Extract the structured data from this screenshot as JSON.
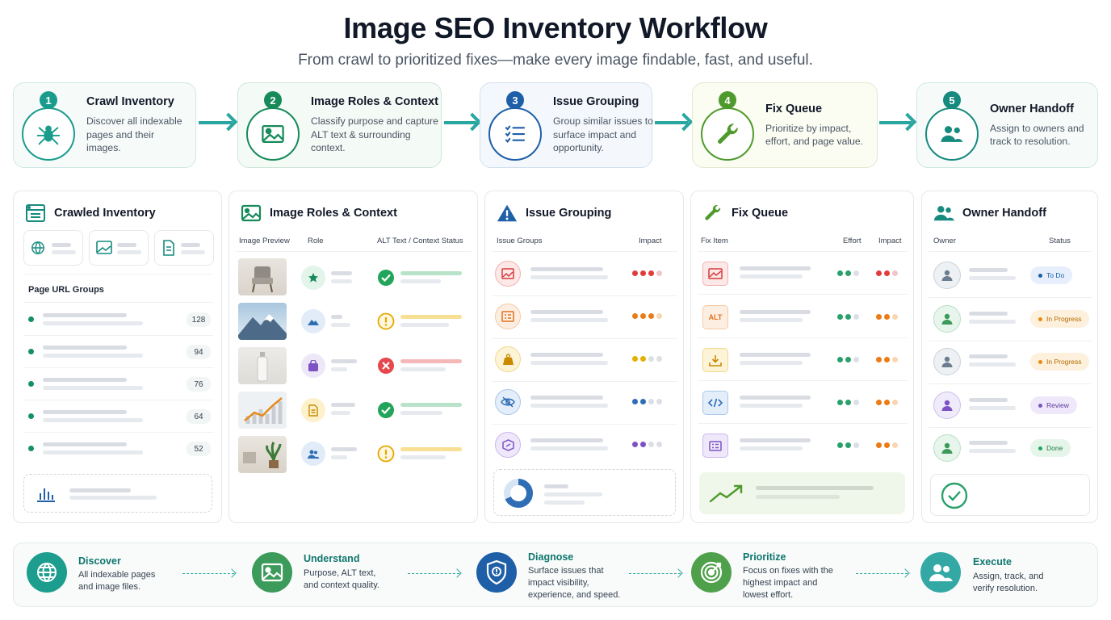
{
  "header": {
    "title": "Image SEO Inventory Workflow",
    "subtitle": "From crawl to prioritized fixes—make every image findable, fast, and useful."
  },
  "steps": [
    {
      "num": "1",
      "title": "Crawl Inventory",
      "desc": "Discover all indexable pages and their images.",
      "icon": "spider-icon",
      "color": "#1a9c8c"
    },
    {
      "num": "2",
      "title": "Image Roles & Context",
      "desc": "Classify purpose and capture ALT text & surrounding context.",
      "icon": "image-icon",
      "color": "#178a59"
    },
    {
      "num": "3",
      "title": "Issue Grouping",
      "desc": "Group similar issues to surface impact and opportunity.",
      "icon": "list-icon",
      "color": "#1e5fa8"
    },
    {
      "num": "4",
      "title": "Fix Queue",
      "desc": "Prioritize by impact, effort, and page value.",
      "icon": "wrench-icon",
      "color": "#4f9a2c"
    },
    {
      "num": "5",
      "title": "Owner Handoff",
      "desc": "Assign to owners and track to resolution.",
      "icon": "users-icon",
      "color": "#178a7f"
    }
  ],
  "panels": {
    "inventory": {
      "title": "Crawled Inventory",
      "section": "Page URL Groups",
      "counts": [
        "128",
        "94",
        "76",
        "64",
        "52"
      ]
    },
    "roles": {
      "title": "Image Roles & Context",
      "cols": [
        "Image Preview",
        "Role",
        "ALT Text / Context Status"
      ]
    },
    "issues": {
      "title": "Issue Grouping",
      "cols": [
        "Issue Groups",
        "Impact"
      ]
    },
    "fix": {
      "title": "Fix Queue",
      "cols": [
        "Fix Item",
        "Effort",
        "Impact"
      ],
      "alt_label": "ALT"
    },
    "owner": {
      "title": "Owner Handoff",
      "cols": [
        "Owner",
        "Status"
      ],
      "statuses": [
        "To Do",
        "In Progress",
        "In Progress",
        "Review",
        "Done"
      ]
    }
  },
  "band": [
    {
      "title": "Discover",
      "desc": "All indexable pages and image files.",
      "icon": "globe-icon",
      "color": "#1c9d8d"
    },
    {
      "title": "Understand",
      "desc": "Purpose, ALT text, and context quality.",
      "icon": "image-icon",
      "color": "#3c9b5a"
    },
    {
      "title": "Diagnose",
      "desc": "Surface issues that impact visibility, experience, and speed.",
      "icon": "shield-icon",
      "color": "#1e5fa8"
    },
    {
      "title": "Prioritize",
      "desc": "Focus on fixes with the highest impact and lowest effort.",
      "icon": "target-icon",
      "color": "#4fa04a"
    },
    {
      "title": "Execute",
      "desc": "Assign, track, and verify resolution.",
      "icon": "users-icon",
      "color": "#33a8a5"
    }
  ]
}
